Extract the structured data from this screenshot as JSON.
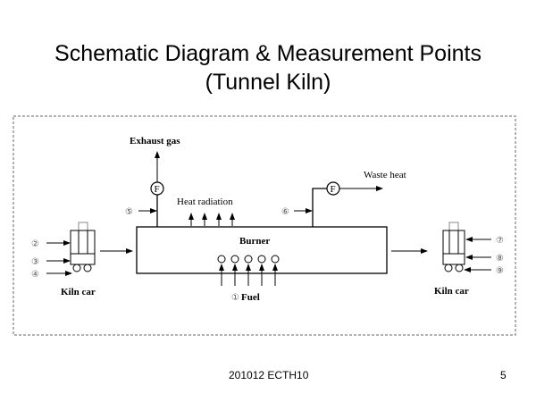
{
  "slide": {
    "title_line1": "Schematic Diagram & Measurement Points",
    "title_line2": "(Tunnel Kiln)",
    "footer_id": "201012 ECTH10",
    "page_number": "5"
  },
  "diagram": {
    "labels": {
      "exhaust_gas": "Exhaust gas",
      "waste_heat": "Waste heat",
      "heat_radiation": "Heat radiation",
      "burner": "Burner",
      "fuel": "Fuel",
      "kiln_car_left": "Kiln car",
      "kiln_car_right": "Kiln car",
      "flow_meter_left": "F",
      "flow_meter_right": "F"
    },
    "measurement_points": {
      "p1": "①",
      "p2": "②",
      "p3": "③",
      "p4": "④",
      "p5": "⑤",
      "p6": "⑥",
      "p7": "⑦",
      "p8": "⑧",
      "p9": "⑨"
    }
  }
}
